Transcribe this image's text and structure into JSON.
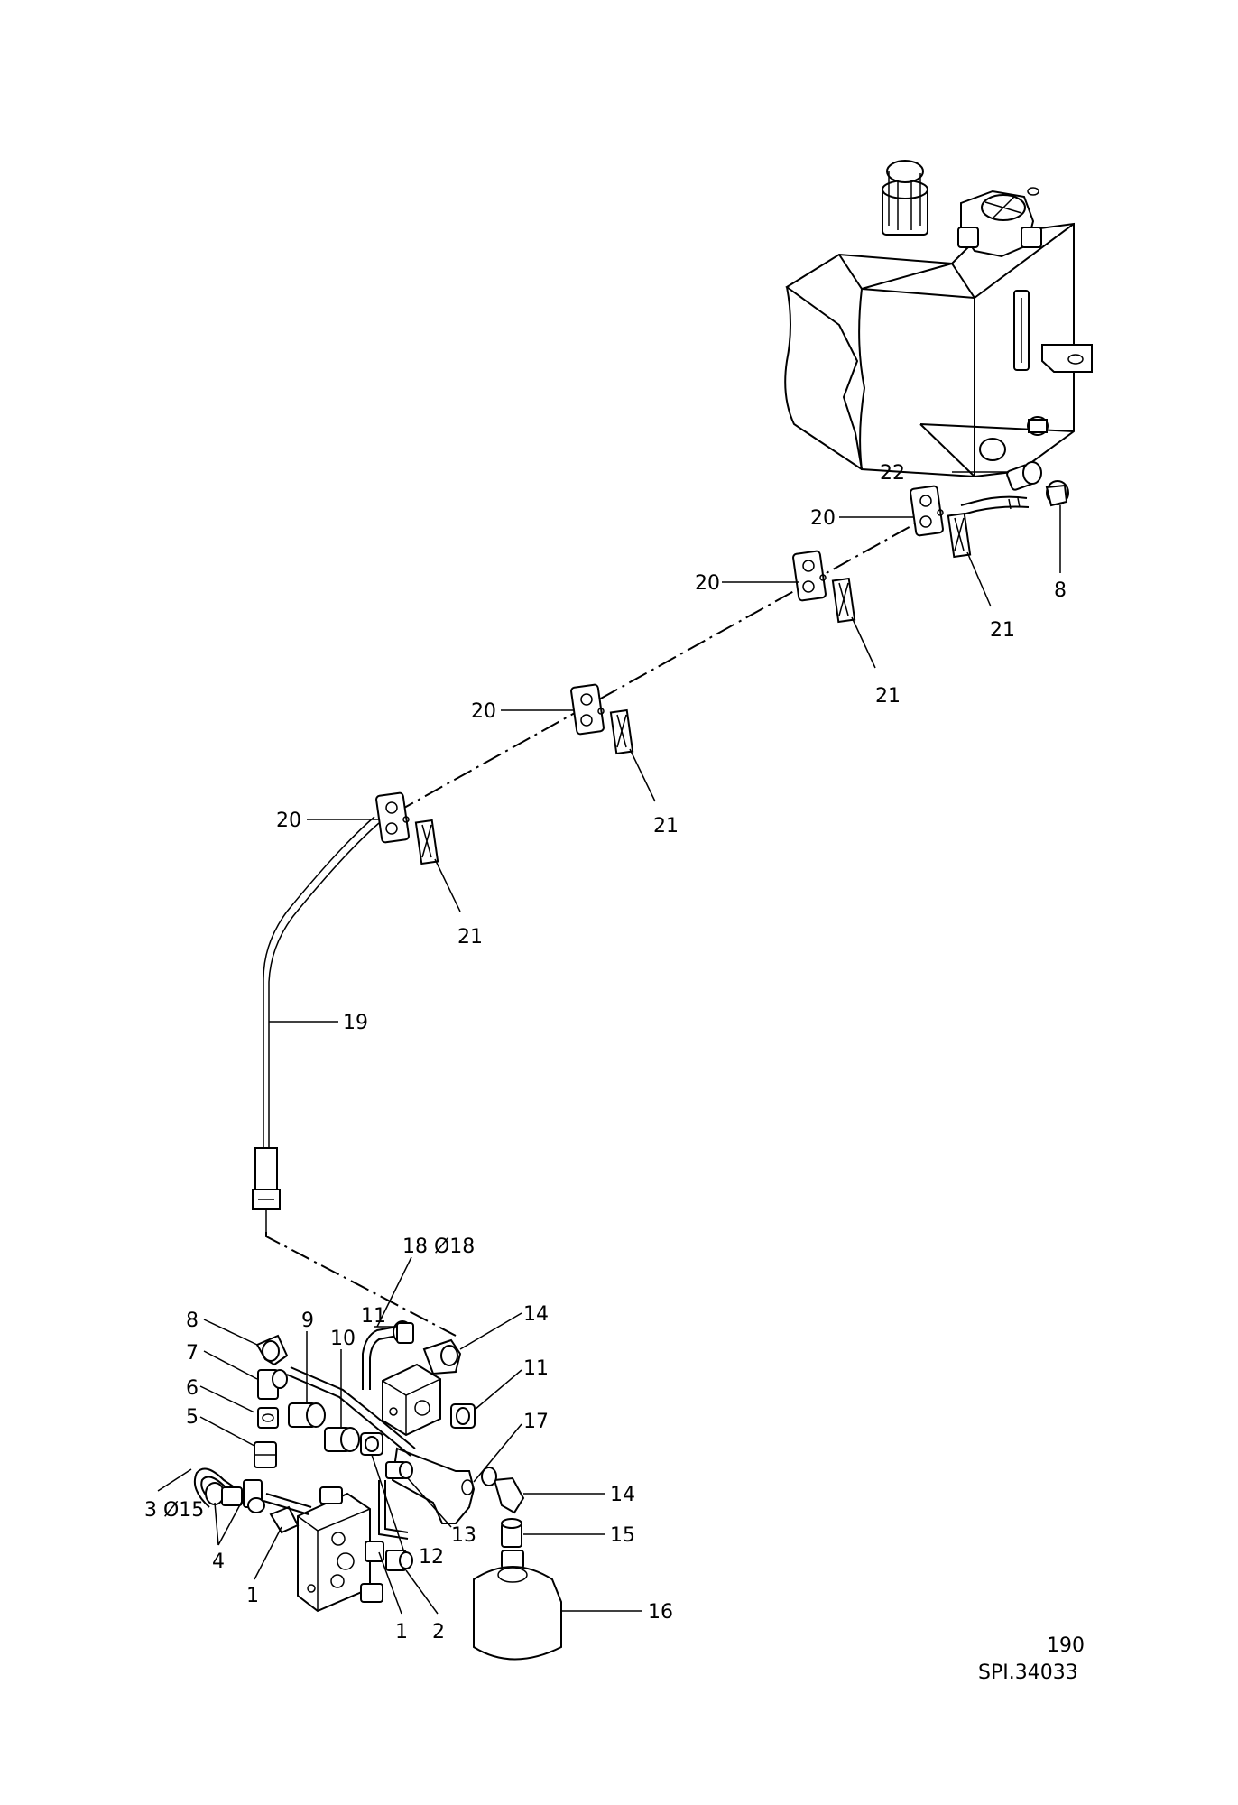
{
  "drawing": {
    "page_number": "190",
    "reference": "SPI.34033"
  },
  "callouts": {
    "c1a": "1",
    "c1b": "1",
    "c2": "2",
    "c3": "3  Ø15",
    "c4": "4",
    "c5": "5",
    "c6": "6",
    "c7": "7",
    "c8a": "8",
    "c8b": "8",
    "c9": "9",
    "c10": "10",
    "c11a": "11",
    "c11b": "11",
    "c12": "12",
    "c13": "13",
    "c14a": "14",
    "c14b": "14",
    "c15": "15",
    "c16": "16",
    "c17": "17",
    "c18": "18  Ø18",
    "c19": "19",
    "c20a": "20",
    "c20b": "20",
    "c20c": "20",
    "c20d": "20",
    "c21a": "21",
    "c21b": "21",
    "c21c": "21",
    "c21d": "21",
    "c22": "22"
  }
}
